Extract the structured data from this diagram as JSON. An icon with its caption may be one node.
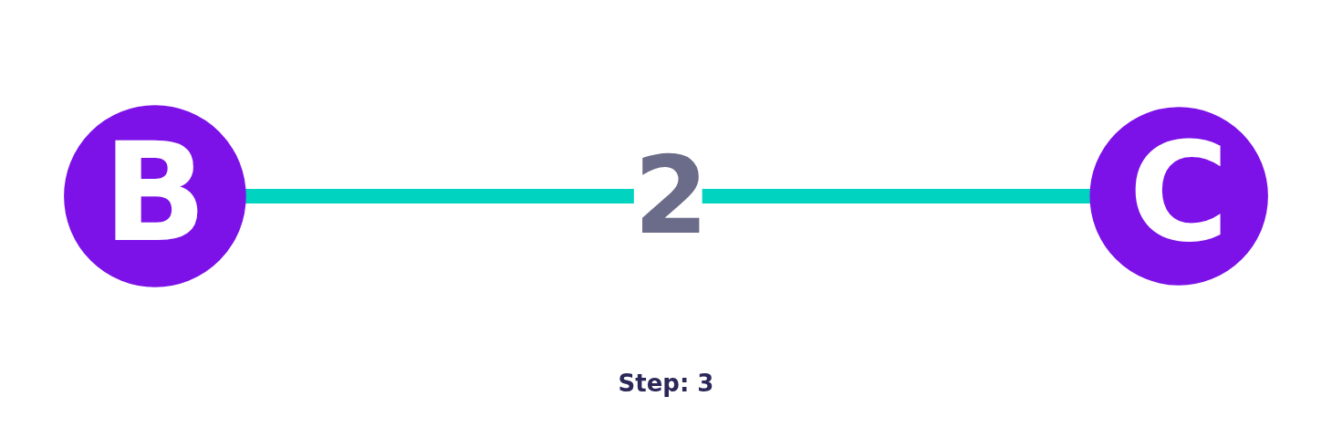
{
  "diagram": {
    "caption": "Step: 3",
    "nodes": [
      {
        "text": [
          "B"
        ]
      },
      {
        "text": [
          "C"
        ]
      }
    ],
    "edges": [
      {
        "from": 0,
        "to": 1,
        "arrow": "none",
        "label": "2",
        "color": "#00d4c0"
      }
    ]
  }
}
